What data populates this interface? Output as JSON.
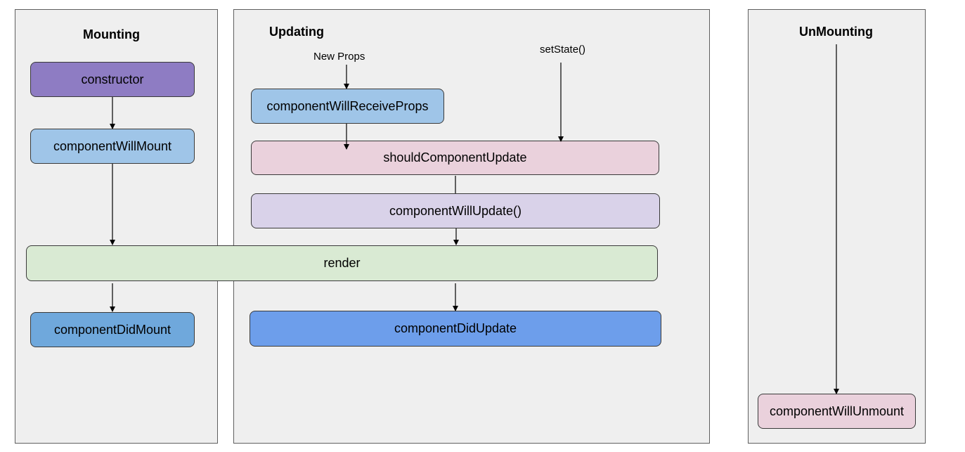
{
  "panels": {
    "mounting": "Mounting",
    "updating": "Updating",
    "unmounting": "UnMounting"
  },
  "sources": {
    "new_props": "New Props",
    "set_state": "setState()"
  },
  "nodes": {
    "constructor": "constructor",
    "component_will_mount": "componentWillMount",
    "render": "render",
    "component_did_mount": "componentDidMount",
    "component_will_receive_props": "componentWillReceiveProps",
    "should_component_update": "shouldComponentUpdate",
    "component_will_update": "componentWillUpdate()",
    "component_did_update": "componentDidUpdate",
    "component_will_unmount": "componentWillUnmount"
  },
  "colors": {
    "panel_bg": "#efefef",
    "constructor": "#8e7cc3",
    "will_mount": "#9fc5e8",
    "did_mount": "#6fa8dc",
    "render": "#d9ead3",
    "will_receive_props": "#9fc5e8",
    "should_update": "#ead1dc",
    "will_update": "#d9d2e9",
    "did_update": "#6d9eeb",
    "will_unmount": "#ead1dc"
  }
}
